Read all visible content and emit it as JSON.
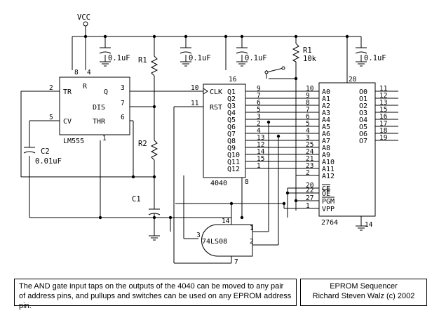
{
  "power": {
    "vcc": "VCC"
  },
  "lm555": {
    "name": "LM555",
    "pins": {
      "tr": "TR",
      "cv": "CV",
      "r": "R",
      "q": "Q",
      "dis": "DIS",
      "thr": "THR"
    },
    "pin_numbers": {
      "p2": "2",
      "p5": "5",
      "p8": "8",
      "p4": "4",
      "p3": "3",
      "p7": "7",
      "p6": "6",
      "p1": "1"
    }
  },
  "c4040": {
    "name": "4040",
    "pins": {
      "clk": "CLK",
      "rst": "RST"
    },
    "pin_numbers": {
      "clk": "10",
      "rst": "11",
      "vdd": "16",
      "gnd": "8"
    },
    "outputs": [
      {
        "label": "Q1",
        "pin": "9"
      },
      {
        "label": "Q2",
        "pin": "7"
      },
      {
        "label": "Q3",
        "pin": "6"
      },
      {
        "label": "Q4",
        "pin": "5"
      },
      {
        "label": "Q5",
        "pin": "3"
      },
      {
        "label": "Q6",
        "pin": "2"
      },
      {
        "label": "Q7",
        "pin": "4"
      },
      {
        "label": "Q8",
        "pin": "13"
      },
      {
        "label": "Q9",
        "pin": "12"
      },
      {
        "label": "Q10",
        "pin": "14"
      },
      {
        "label": "Q11",
        "pin": "15"
      },
      {
        "label": "Q12",
        "pin": "1"
      }
    ]
  },
  "eprom": {
    "name": "2764",
    "vcc_pin": "28",
    "gnd_pin": "14",
    "addr": [
      {
        "label": "A0",
        "pin": "10"
      },
      {
        "label": "A1",
        "pin": "9"
      },
      {
        "label": "A2",
        "pin": "8"
      },
      {
        "label": "A3",
        "pin": "7"
      },
      {
        "label": "A4",
        "pin": "6"
      },
      {
        "label": "A5",
        "pin": "5"
      },
      {
        "label": "A6",
        "pin": "4"
      },
      {
        "label": "A7",
        "pin": "3"
      },
      {
        "label": "A8",
        "pin": "25"
      },
      {
        "label": "A9",
        "pin": "24"
      },
      {
        "label": "A10",
        "pin": "21"
      },
      {
        "label": "A11",
        "pin": "23"
      },
      {
        "label": "A12",
        "pin": "2"
      }
    ],
    "outputs": [
      {
        "label": "O0",
        "pin": "11"
      },
      {
        "label": "O1",
        "pin": "12"
      },
      {
        "label": "O2",
        "pin": "13"
      },
      {
        "label": "O3",
        "pin": "15"
      },
      {
        "label": "O4",
        "pin": "16"
      },
      {
        "label": "O5",
        "pin": "17"
      },
      {
        "label": "O6",
        "pin": "18"
      },
      {
        "label": "O7",
        "pin": "19"
      }
    ],
    "control": [
      {
        "label": "CE",
        "pin": "20"
      },
      {
        "label": "OE",
        "pin": "22"
      },
      {
        "label": "PGM",
        "pin": "27"
      },
      {
        "label": "VPP",
        "pin": "1"
      }
    ]
  },
  "gate": {
    "name": "74LS08",
    "pins": {
      "p14": "14",
      "p1": "1",
      "p2": "2",
      "p3": "3",
      "p7": "7"
    }
  },
  "components": {
    "r1": "R1",
    "r2": "R2",
    "r1_ic": "R1",
    "r1_value": "10k",
    "c1": "C1",
    "c2": "C2",
    "c2_value": "0.01uF",
    "bypass": "0.1uF"
  },
  "note": "The AND gate input taps on the outputs of the 4040 can be moved to any pair of address pins, and pullups and switches can be used on any EPROM address pin.",
  "credit": {
    "title": "EPROM Sequencer",
    "author": "Richard Steven Walz  (c) 2002"
  }
}
